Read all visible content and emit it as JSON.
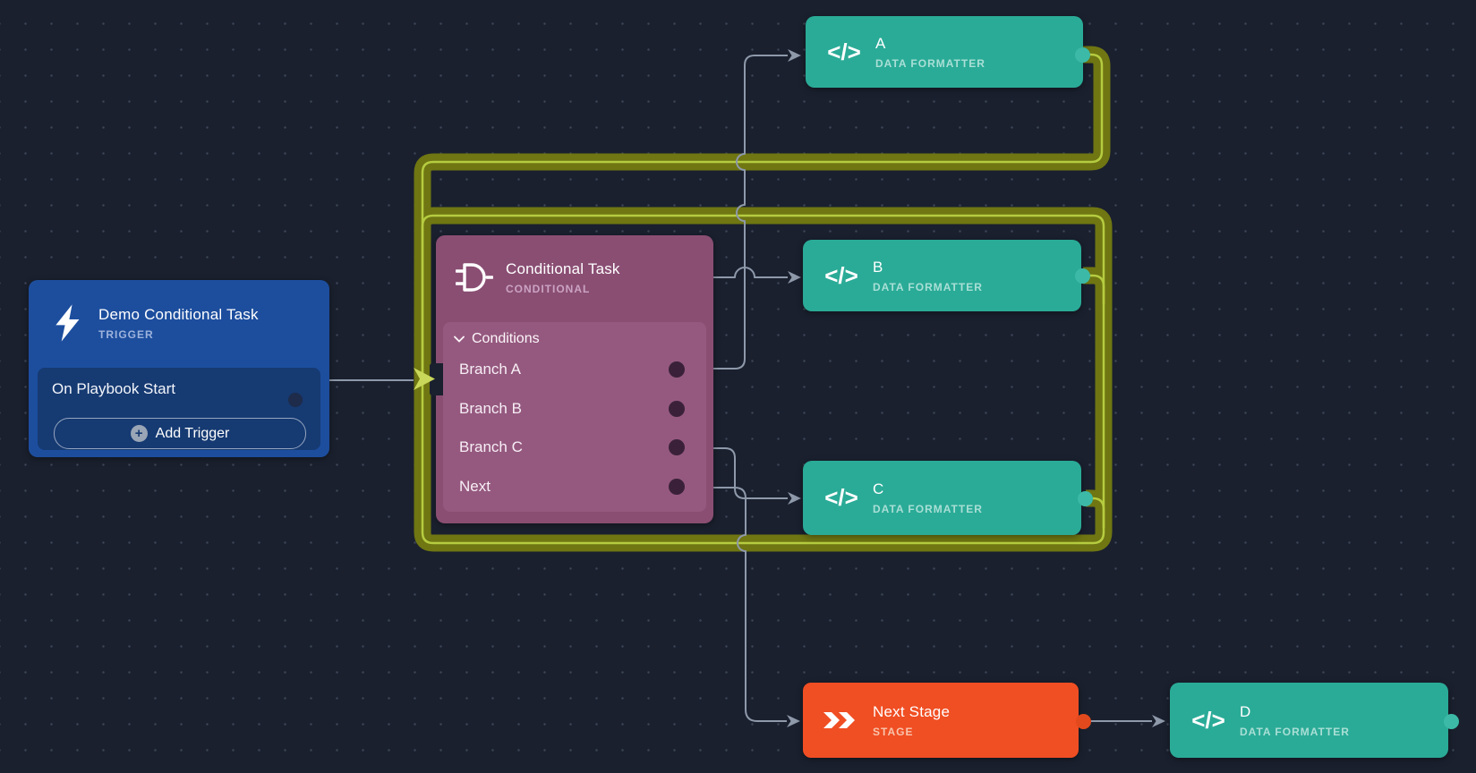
{
  "app": {
    "view": "playbook-canvas"
  },
  "nodes": {
    "trigger": {
      "title": "Demo Conditional Task",
      "type_label": "TRIGGER",
      "event_label": "On Playbook Start",
      "add_button_label": "Add Trigger"
    },
    "conditional": {
      "title": "Conditional Task",
      "type_label": "CONDITIONAL",
      "section_label": "Conditions",
      "branches": [
        "Branch A",
        "Branch B",
        "Branch C",
        "Next"
      ]
    },
    "formatter_a": {
      "title": "A",
      "type_label": "DATA FORMATTER"
    },
    "formatter_b": {
      "title": "B",
      "type_label": "DATA FORMATTER"
    },
    "formatter_c": {
      "title": "C",
      "type_label": "DATA FORMATTER"
    },
    "formatter_d": {
      "title": "D",
      "type_label": "DATA FORMATTER"
    },
    "stage": {
      "title": "Next Stage",
      "type_label": "STAGE"
    }
  },
  "icons": {
    "trigger": "lightning-bolt-icon",
    "conditional": "logic-gate-icon",
    "formatter": "code-brackets-icon",
    "stage": "double-chevron-icon",
    "add": "plus-circle-icon",
    "conditions_toggle": "chevron-down-icon"
  },
  "colors": {
    "canvas_bg": "#1a202e",
    "node_blue": "#1d4e9e",
    "node_blue_inner": "#163a72",
    "node_purple": "#8a4e73",
    "node_purple_inner": "#95597f",
    "node_teal": "#2aab97",
    "node_orange": "#f04e23",
    "edge_gray": "#8e99aa",
    "highlight_glow": "#6f7612",
    "highlight_line": "#b6cc40",
    "highlight_arrow": "#c9d85a"
  }
}
